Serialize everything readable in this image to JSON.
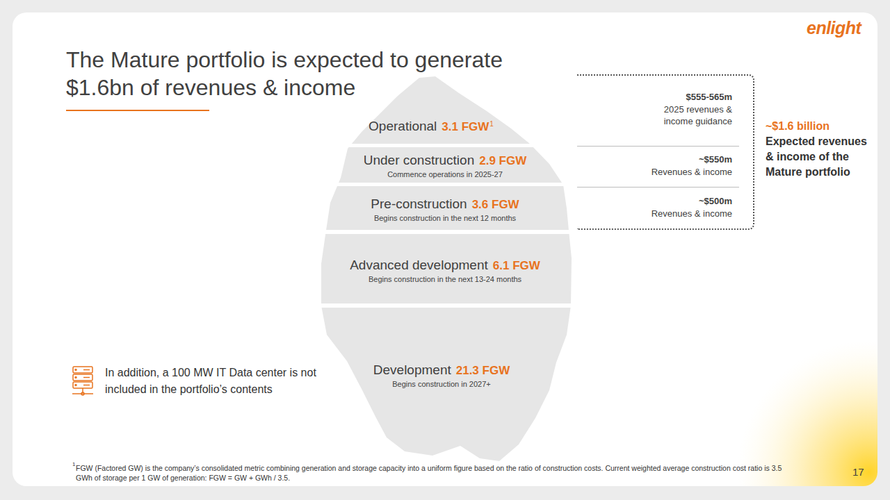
{
  "diagram": {
    "title": "The Mature portfolio is expected to generate $1.6bn of revenues & income",
    "nodes": [
      {
        "text": [
          "Operational",
          "3.1 FGW",
          "1"
        ]
      },
      {
        "text": [
          "Under construction",
          "2.9 FGW",
          "Commence operations in 2025-27"
        ]
      },
      {
        "text": [
          "Pre-construction",
          "3.6 FGW",
          "Begins construction in the next 12 months"
        ]
      },
      {
        "text": [
          "Advanced development",
          "6.1 FGW",
          "Begins construction in the next 13-24 months"
        ]
      },
      {
        "text": [
          "Development",
          "21.3 FGW",
          "Begins construction in 2027+"
        ]
      },
      {
        "text": [
          "~$1.6 billion",
          "Expected revenues & income of the Mature portfolio"
        ]
      },
      {
        "text": [
          "$555-565m",
          "2025 revenues & income guidance"
        ],
        "in": 5
      },
      {
        "text": [
          "~$550m",
          "Revenues & income"
        ],
        "in": 5
      },
      {
        "text": [
          "~$500m",
          "Revenues & income"
        ],
        "in": 5
      }
    ],
    "labels": [
      "enlight",
      "In addition, a 100 MW IT Data center is not included in the portfolio’s contents",
      "1",
      "FGW (Factored GW) is the company’s consolidated metric combining generation and storage capacity into a uniform figure based on the ratio of construction costs. Current weighted average construction cost ratio is 3.5 GWh of storage per 1 GW of generation: FGW = GW + GWh / 3.5.",
      "17"
    ]
  }
}
